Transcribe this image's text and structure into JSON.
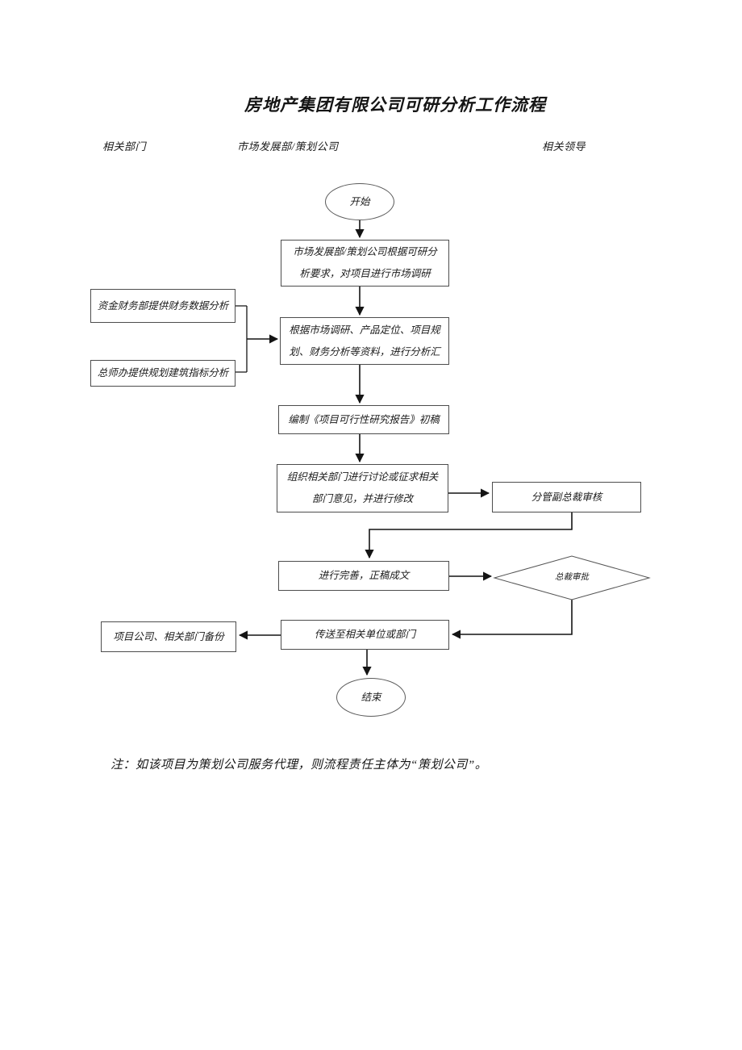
{
  "document": {
    "title": "房地产集团有限公司可研分析工作流程",
    "note": "注：如该项目为策划公司服务代理，则流程责任主体为“策划公司”。"
  },
  "columns": {
    "departments": "相关部门",
    "market_dev": "市场发展部/策划公司",
    "leaders": "相关领导"
  },
  "flow": {
    "start": "开始",
    "market_research": "市场发展部/策划公司根据可研分\n析要求，对项目进行市场调研",
    "finance_support": "资金财务部提供财务数据分析",
    "planning_support": "总师办提供规划建筑指标分析",
    "analysis": "根据市场调研、产品定位、项目规\n划、财务分析等资料，进行分析汇",
    "draft_report": "编制《项目可行性研究报告》初稿",
    "discussion": "组织相关部门进行讨论或征求相关\n部门意见，并进行修改",
    "vp_review": "分管副总裁审核",
    "finalize": "进行完善，正稿成文",
    "president_approval": "总裁审批",
    "distribute": "传送至相关单位或部门",
    "backup": "项目公司、相关部门备份",
    "end": "结束"
  }
}
